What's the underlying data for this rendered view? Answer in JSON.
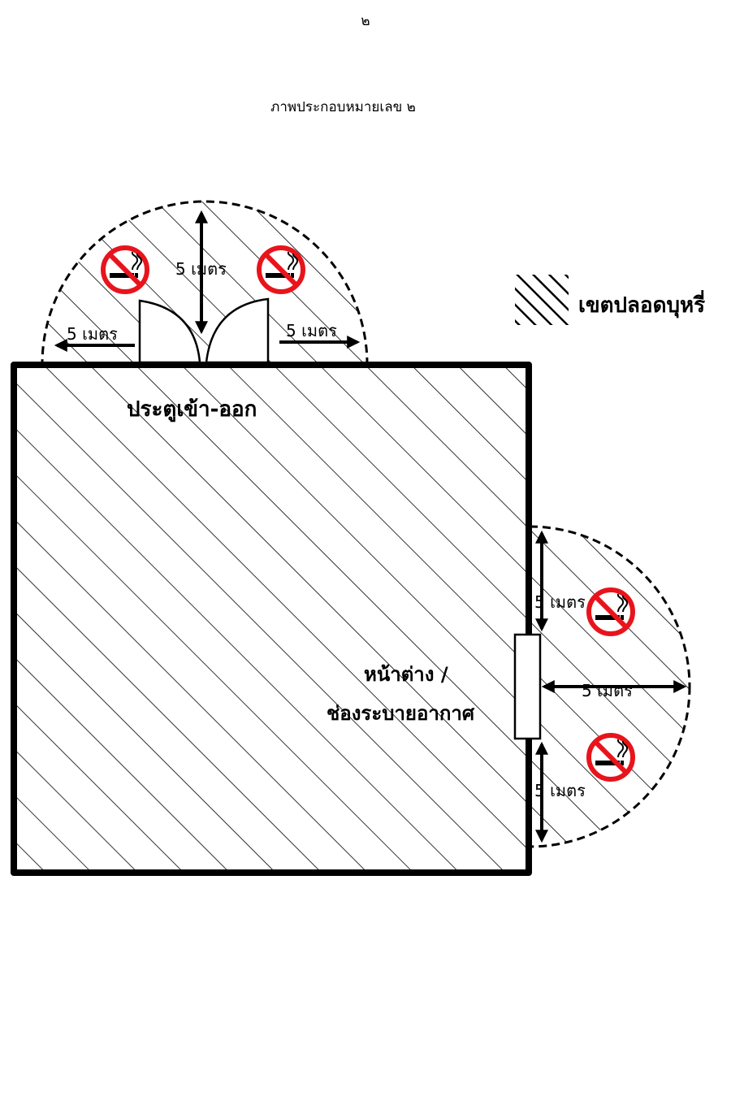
{
  "page": {
    "page_number": "๒",
    "caption": "ภาพประกอบหมายเลข ๒"
  },
  "legend": {
    "label": "เขตปลอดบุหรี่"
  },
  "labels": {
    "door": "ประตูเข้า-ออก",
    "window_line1": "หน้าต่าง /",
    "window_line2": "ช่องระบายอากาศ"
  },
  "distances": {
    "door_up": "5 เมตร",
    "door_left": "5 เมตร",
    "door_right": "5 เมตร",
    "window_up": "5 เมตร",
    "window_out": "5 เมตร",
    "window_down": "5 เมตร"
  },
  "icons": {
    "no_smoking": "no-smoking-icon",
    "sign_color": "#e8141c"
  }
}
